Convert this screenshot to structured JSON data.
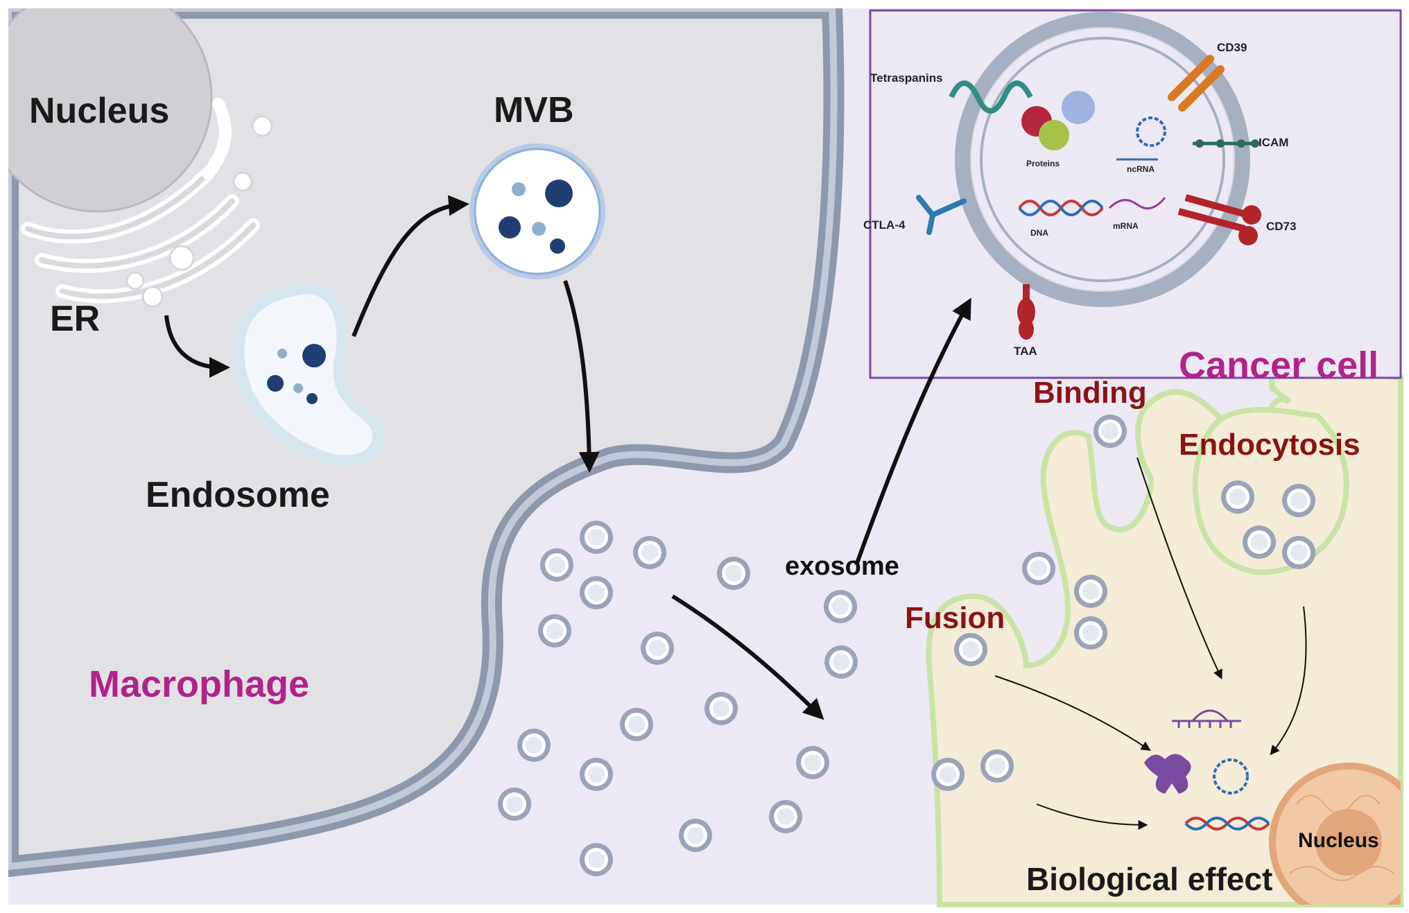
{
  "labels": {
    "nucleus_macrophage": "Nucleus",
    "er": "ER",
    "endosome": "Endosome",
    "mvb": "MVB",
    "macrophage": "Macrophage",
    "exosome": "exosome",
    "cancer_cell": "Cancer cell",
    "binding": "Binding",
    "endocytosis": "Endocytosis",
    "fusion": "Fusion",
    "nucleus_cancer": "Nucleus",
    "biological_effect": "Biological effect"
  },
  "inset": {
    "tetraspanins": "Tetraspanins",
    "cd39": "CD39",
    "icam": "ICAM",
    "cd73": "CD73",
    "ctla4": "CTLA-4",
    "taa": "TAA",
    "proteins": "Proteins",
    "ncrna": "ncRNA",
    "dna": "DNA",
    "mrna": "mRNA"
  },
  "colors": {
    "macrophage_fill": "#e2e2e6",
    "extracellular_fill": "#ece9f5",
    "membrane": "#8d98ad",
    "cancer_fill": "#f4ecd6",
    "cancer_membrane": "#c8e3a4",
    "vesicle_dark": "#1f3f72",
    "magenta_label": "#b0238a",
    "red_label": "#8a1414"
  }
}
